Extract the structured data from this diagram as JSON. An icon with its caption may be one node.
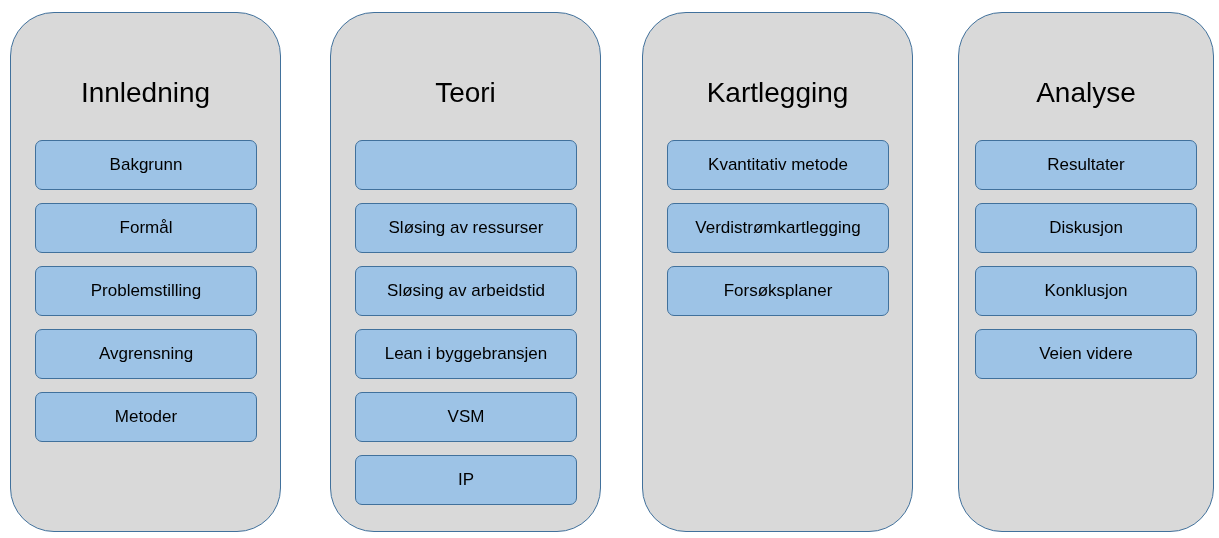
{
  "diagram": {
    "nodes": [
      {
        "text": [
          "Innledning"
        ]
      },
      {
        "text": [
          "Bakgrunn"
        ],
        "in": 0
      },
      {
        "text": [
          "Formål"
        ],
        "in": 0
      },
      {
        "text": [
          "Problemstilling"
        ],
        "in": 0
      },
      {
        "text": [
          "Avgrensning"
        ],
        "in": 0
      },
      {
        "text": [
          "Metoder"
        ],
        "in": 0
      },
      {
        "text": [
          "Teori"
        ]
      },
      {
        "text": [],
        "shape": "box",
        "in": 6
      },
      {
        "text": [
          "Sløsing av ressurser"
        ],
        "in": 6
      },
      {
        "text": [
          "Sløsing av arbeidstid"
        ],
        "in": 6
      },
      {
        "text": [
          "Lean i byggebransjen"
        ],
        "in": 6
      },
      {
        "text": [
          "VSM"
        ],
        "in": 6
      },
      {
        "text": [
          "IP"
        ],
        "in": 6
      },
      {
        "text": [
          "Kartlegging"
        ]
      },
      {
        "text": [
          "Kvantitativ metode"
        ],
        "in": 13
      },
      {
        "text": [
          "Verdistrømkartlegging"
        ],
        "in": 13
      },
      {
        "text": [
          "Forsøksplaner"
        ],
        "in": 13
      },
      {
        "text": [
          "Analyse"
        ]
      },
      {
        "text": [
          "Resultater"
        ],
        "in": 17
      },
      {
        "text": [
          "Diskusjon"
        ],
        "in": 17
      },
      {
        "text": [
          "Konklusjon"
        ],
        "in": 17
      },
      {
        "text": [
          "Veien videre"
        ],
        "in": 17
      }
    ]
  }
}
